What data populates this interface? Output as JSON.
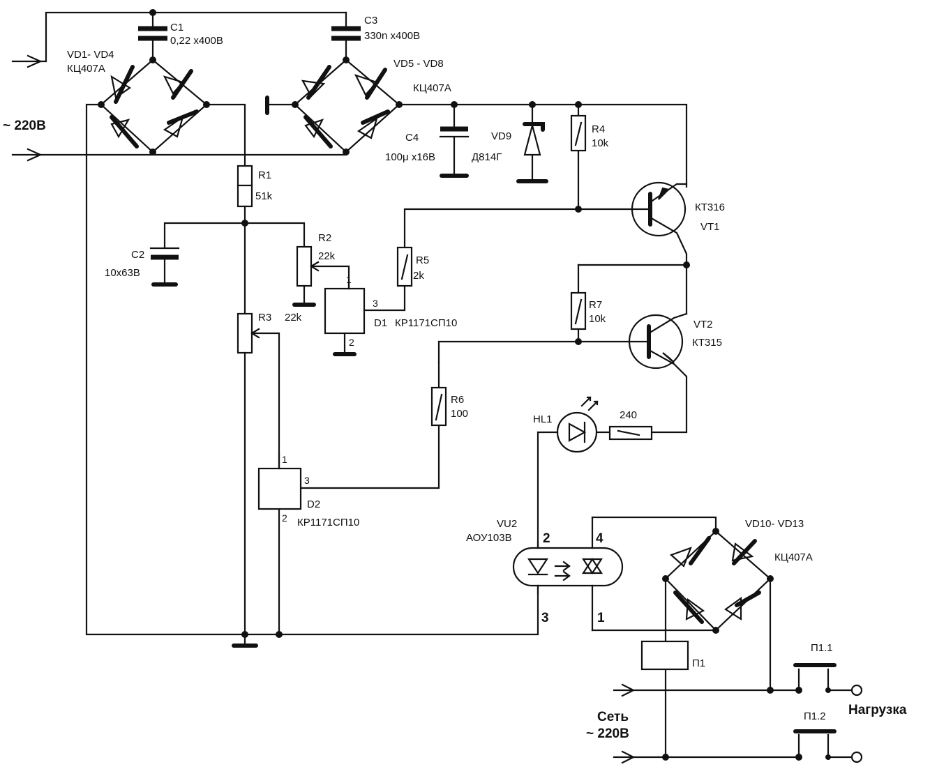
{
  "labels": {
    "c1_name": "C1",
    "c1_value": "0,22 x400B",
    "c3_name": "C3",
    "c3_value": "330n x400B",
    "vd1_name": "VD1- VD4",
    "vd1_type": "КЦ407А",
    "vd5_name": "VD5 - VD8",
    "vd5_type": "КЦ407А",
    "mains_in": "~ 220В",
    "c4_name": "C4",
    "c4_value": "100μ x16B",
    "vd9_name": "VD9",
    "vd9_type": "Д814Г",
    "r4_name": "R4",
    "r4_value": "10k",
    "r1_name": "R1",
    "r1_value": "51k",
    "vt1_type": "КТ316",
    "vt1_name": "VT1",
    "c2_name": "C2",
    "c2_value": "10x63B",
    "r2_name": "R2",
    "r2_value": "22k",
    "r5_name": "R5",
    "r5_value": "2k",
    "r3_name": "R3",
    "r3_value": "22k",
    "d1_pin1": "1",
    "d1_pin2": "2",
    "d1_pin3": "3",
    "d1_name": "D1",
    "d1_type": "КР1171СП10",
    "r7_name": "R7",
    "r7_value": "10k",
    "vt2_name": "VT2",
    "vt2_type": "КТ315",
    "r6_name": "R6",
    "r6_value": "100",
    "hl1_name": "HL1",
    "r_led_value": "240",
    "d2_pin1": "1",
    "d2_pin2": "2",
    "d2_pin3": "3",
    "d2_name": "D2",
    "d2_type": "КР1171СП10",
    "vu2_name": "VU2",
    "vu2_type": "АОУ103В",
    "vu2_pin2": "2",
    "vu2_pin4": "4",
    "vu2_pin3": "3",
    "vu2_pin1": "1",
    "vd10_name": "VD10- VD13",
    "vd10_type": "КЦ407А",
    "relay_name": "П1",
    "contact1_name": "П1.1",
    "contact2_name": "П1.2",
    "load_label": "Нагрузка",
    "mains_out_1": "Сеть",
    "mains_out_2": "~ 220В"
  }
}
